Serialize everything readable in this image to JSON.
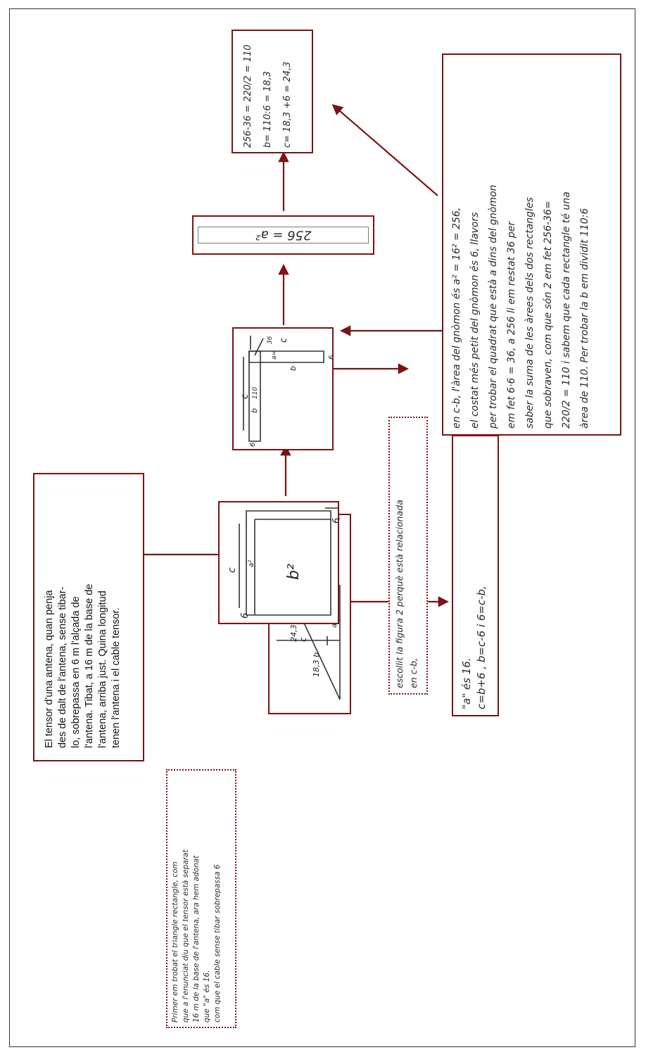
{
  "problem": {
    "lines": [
      "El tensor d'una antena, quan penja",
      "des de dalt de l'antena, sense tibar-",
      "lo, sobrepassa en 6 m l'alçada de",
      "l'antena. Tibat, a 16 m de la base de",
      "l'antena, arriba just. Quina longitud",
      "tenen l'antena i el cable tensor.",
      ""
    ]
  },
  "note1": {
    "lines": [
      "Primer em trobat el triangle rectangle, com",
      "que a l'enunciat diu que el tensor està separat",
      "16 m de la base de l'antena, ara hem adonat",
      "que \"a\" és 16.",
      "com que el cable sense tibar sobrepassa 6",
      ""
    ]
  },
  "triangle": {
    "c_label": "c",
    "c_value": "24,3",
    "b_label": "18,3 b",
    "a_label": "a=16",
    "six_label": "6"
  },
  "equations": {
    "lines": [
      "\"a\" és 16.",
      "c=b+6 , b=c-6 i 6=c-b,"
    ]
  },
  "note2": {
    "lines": [
      "escollit la figura 2 perquè està relacionada",
      "en c-b,"
    ]
  },
  "square": {
    "b2_label": "b²",
    "c_label": "c",
    "a2_label": "a²",
    "six_label": "6"
  },
  "gnomon": {
    "thirtysix_label": "36",
    "c_label": "c",
    "b_label": "b",
    "hundredten_label": "110",
    "b_eq_label": "a=",
    "six_label": "6"
  },
  "area_equation": {
    "text": "256 = a²"
  },
  "result": {
    "lines": [
      "256-36 = 220/2 = 110",
      "b= 110:6 = 18,3",
      "c= 18,3 +6 = 24,3"
    ]
  },
  "explanation": {
    "lines": [
      "en c-b, l'àrea del gnòmon és a² = 16² = 256,",
      "el costat més petit del gnòmon és 6, llavors",
      "per trobar el quadrat que està a dins del gnòmon",
      "em fet 6·6 = 36, a 256 li em restat 36 per",
      "saber la suma de les àrees dels dos rectangles",
      "que sobraven, com que són 2 em fet 256-36=",
      "220/2 = 110 i sabem que cada rectangle té una",
      "àrea de 110. Per trobar la b em dividit 110:6",
      "",
      ""
    ]
  },
  "colors": {
    "border": "#7a1414",
    "arrow": "#7a1414"
  }
}
